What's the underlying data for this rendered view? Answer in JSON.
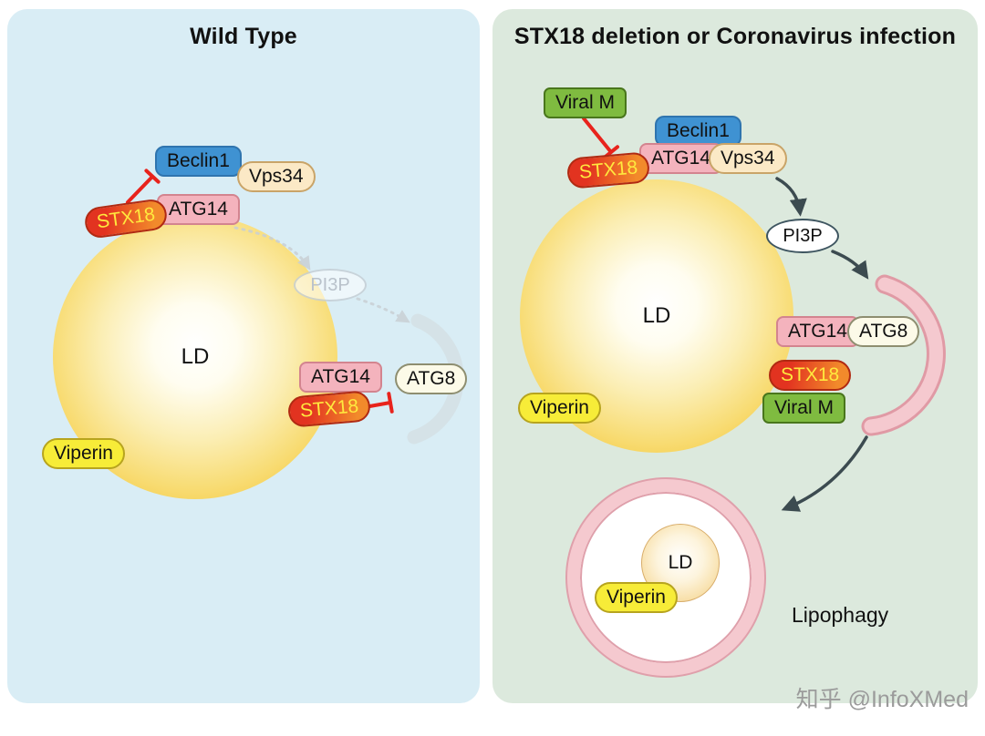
{
  "left": {
    "title": "Wild Type",
    "beclin1": "Beclin1",
    "vps34": "Vps34",
    "atg14_top": "ATG14",
    "stx18_top": "STX18",
    "pi3p": "PI3P",
    "ld": "LD",
    "atg14_side": "ATG14",
    "stx18_side": "STX18",
    "atg8": "ATG8",
    "viperin": "Viperin"
  },
  "right": {
    "title": "STX18 deletion or Coronavirus infection",
    "viral_m_top": "Viral M",
    "stx18_top": "STX18",
    "beclin1": "Beclin1",
    "atg14_top": "ATG14",
    "vps34": "Vps34",
    "pi3p": "PI3P",
    "ld": "LD",
    "atg14_side": "ATG14",
    "atg8": "ATG8",
    "stx18_side": "STX18",
    "viral_m_side": "Viral M",
    "viperin": "Viperin",
    "autophagosome": {
      "ld": "LD",
      "viperin": "Viperin",
      "caption": "Lipophagy"
    }
  },
  "watermark": {
    "text": "知乎 @InfoXMed"
  },
  "colors": {
    "left_panel_bg": "#d9edf5",
    "right_panel_bg": "#dce9dd",
    "beclin1_blue": "#3f92d2",
    "atg14_pink": "#f4b3bd",
    "vps34_cream": "#fbe9c6",
    "atg8_ivory": "#fcfae8",
    "viperin_yellow": "#f7ec38",
    "viral_m_green": "#7fbb40",
    "stx18_red": "#e23320",
    "stx18_orange": "#f28a2b",
    "stx18_text": "#ffe93e",
    "ld_edge_gold": "#f1c02c",
    "crescent_pink": "#f5c9cf",
    "arrow_dark": "#3c4b50",
    "inhibition_red": "#e8231c"
  }
}
